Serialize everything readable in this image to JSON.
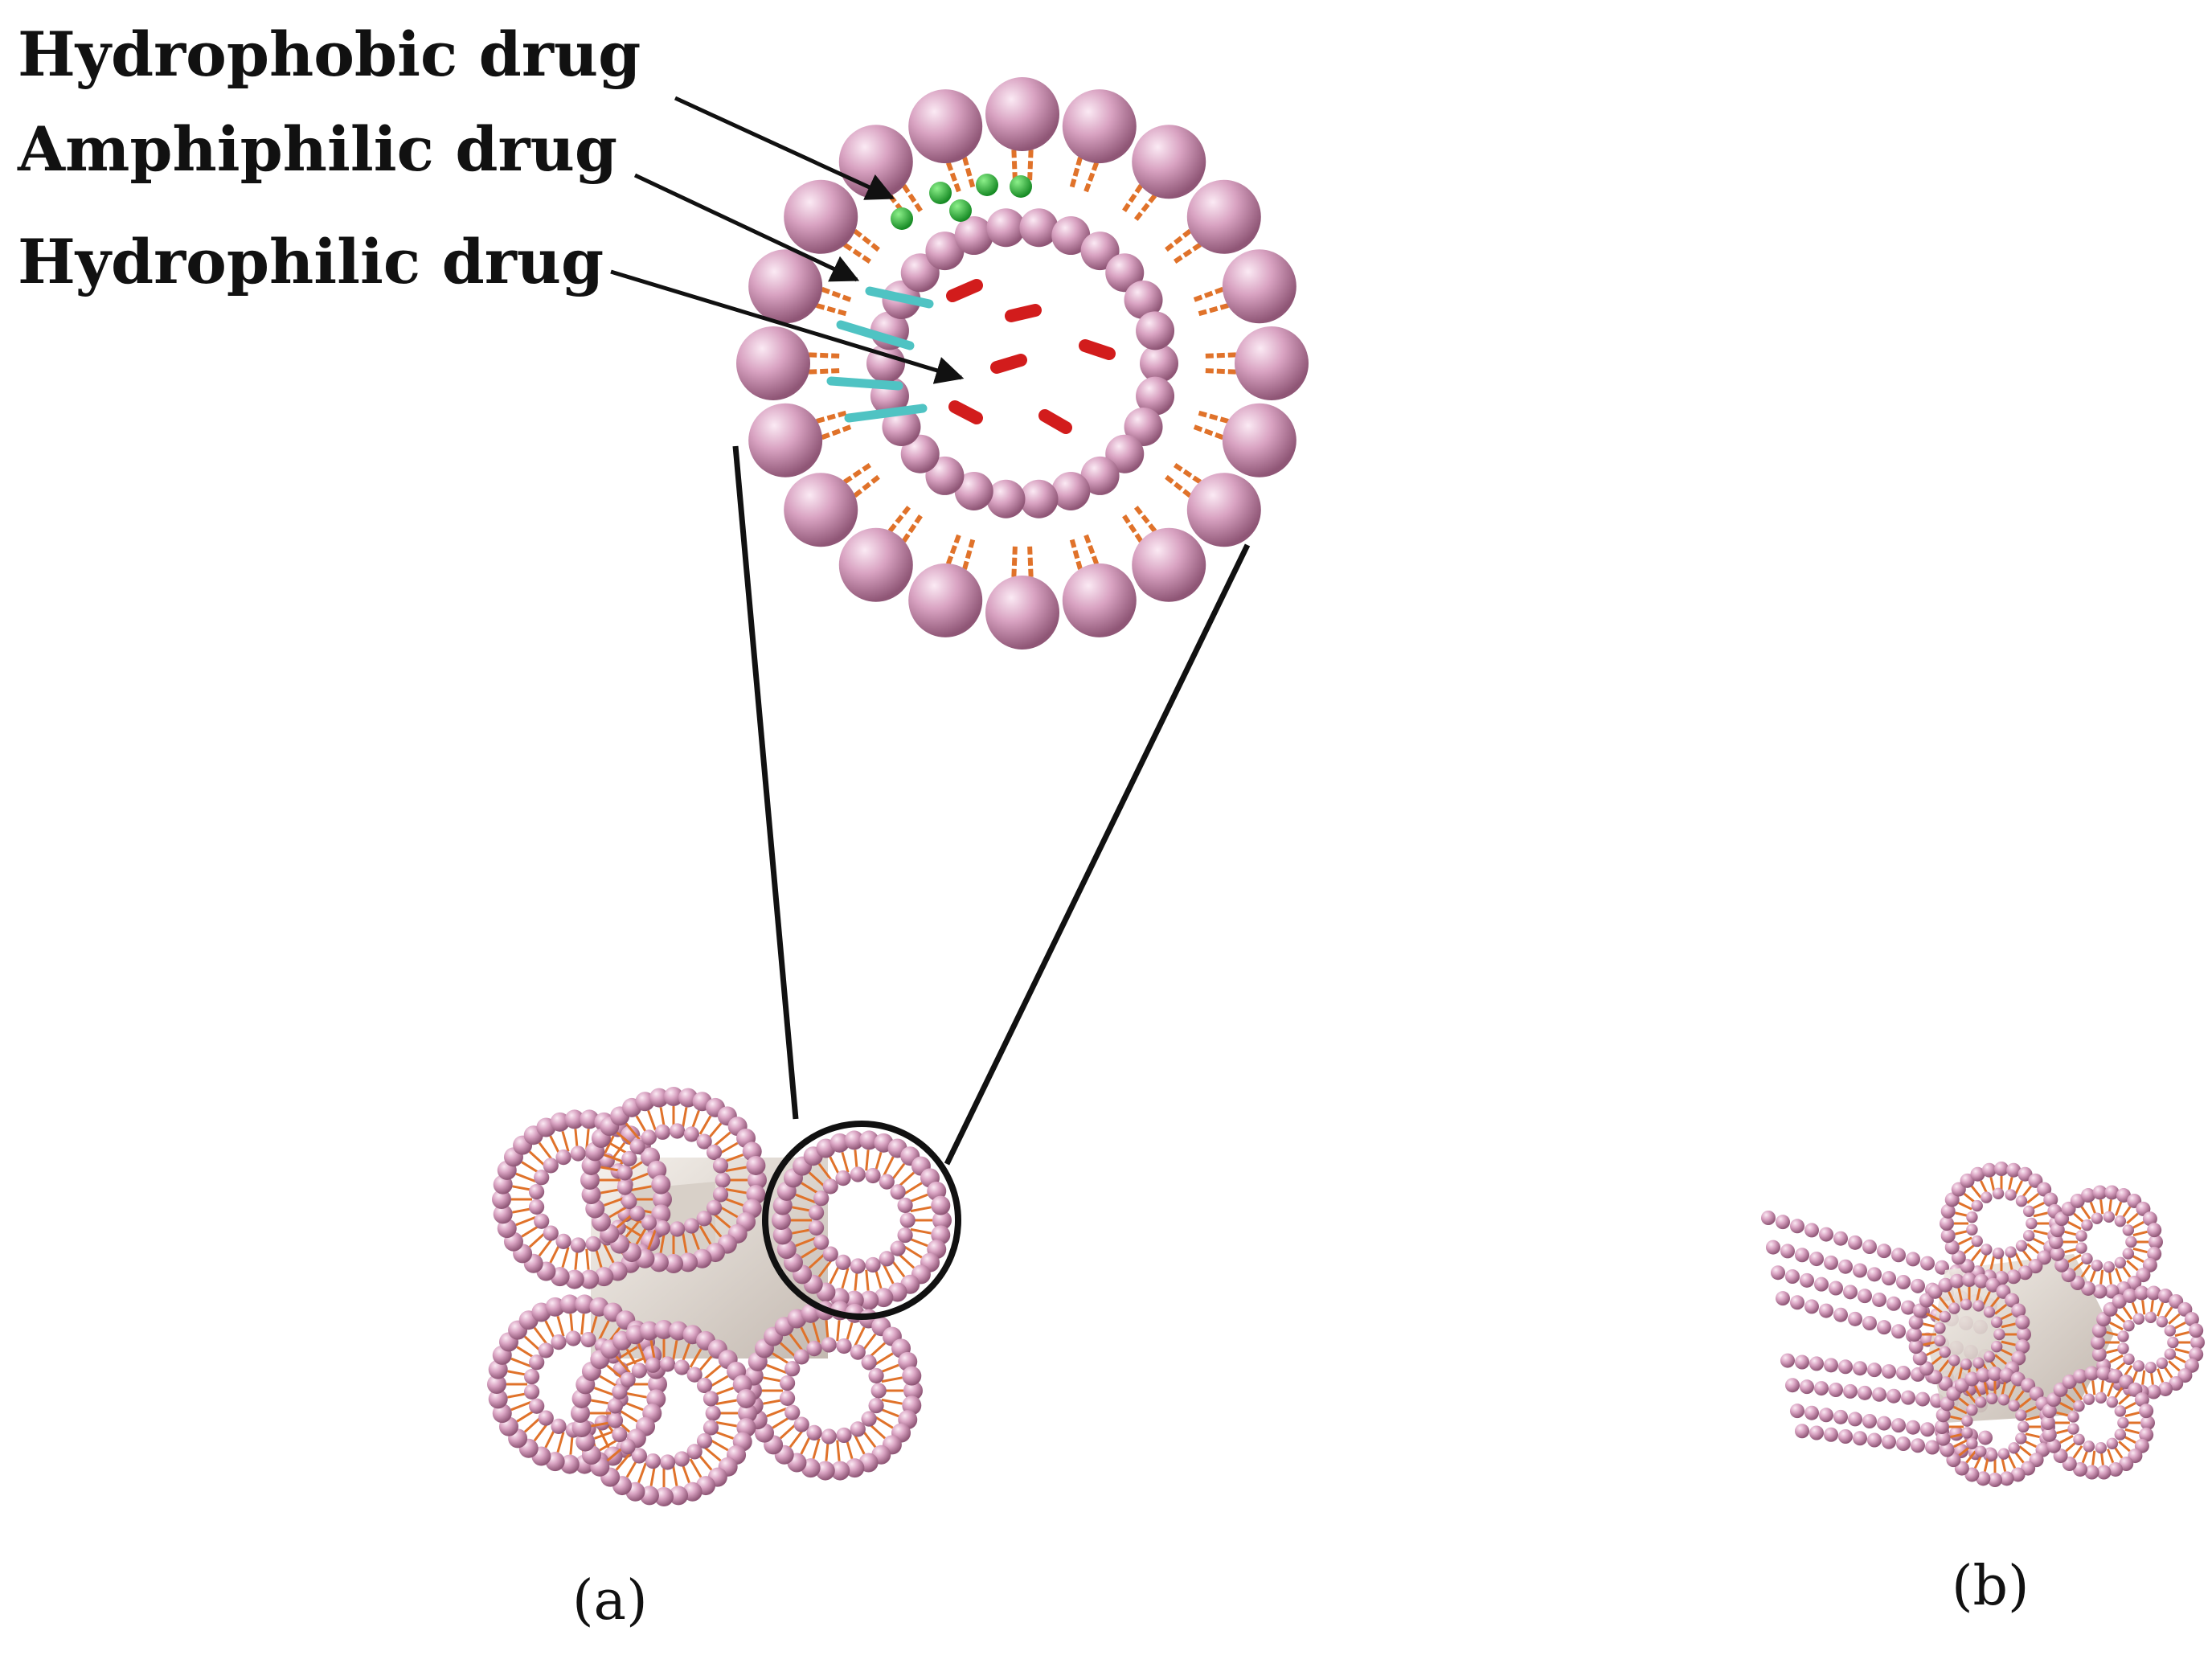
{
  "labels": {
    "hydrophobic": "Hydrophobic drug",
    "amphiphilic": "Amphiphilic drug",
    "hydrophilic": "Hydrophilic drug"
  },
  "captions": {
    "a": "(a)",
    "b": "(b)"
  },
  "colors": {
    "head": "#d9a3c2",
    "head_dark": "#9c5f82",
    "tail": "#e0722a",
    "hydrophobic_drug": "#22b33a",
    "amphiphilic_drug": "#4fc3c3",
    "hydrophilic_drug": "#d21c1c",
    "line": "#111111",
    "scaffold": "#e8e1d9"
  }
}
